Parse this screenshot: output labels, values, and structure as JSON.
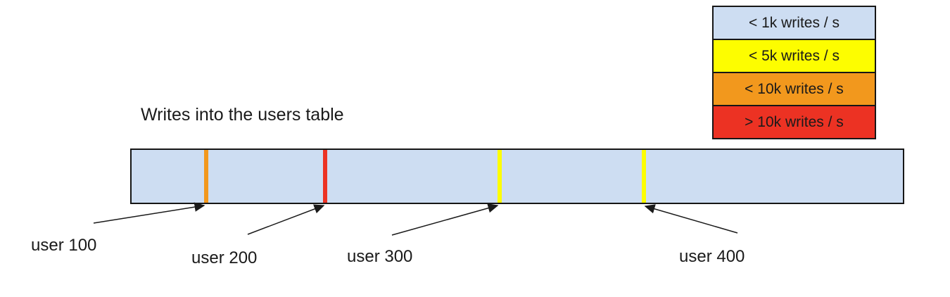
{
  "title": "Writes into the users table",
  "colors": {
    "band_fill": "#cdddf2",
    "blue": "#cdddf2",
    "yellow": "#fdfd00",
    "orange": "#f2981d",
    "red": "#ec3223",
    "line": "#1a1a1a"
  },
  "legend": {
    "items": [
      {
        "label": "< 1k writes / s",
        "color": "#cdddf2",
        "color_name": "blue"
      },
      {
        "label": "< 5k writes / s",
        "color": "#fdfd00",
        "color_name": "yellow"
      },
      {
        "label": "< 10k writes / s",
        "color": "#f2981d",
        "color_name": "orange"
      },
      {
        "label": "> 10k writes / s",
        "color": "#ec3223",
        "color_name": "red"
      }
    ]
  },
  "table_band": {
    "markers": [
      {
        "user": "user 100",
        "color": "#f2981d",
        "color_name": "orange",
        "legend_category": "< 10k writes / s"
      },
      {
        "user": "user 200",
        "color": "#ec3223",
        "color_name": "red",
        "legend_category": "> 10k writes / s"
      },
      {
        "user": "user 300",
        "color": "#fdfd00",
        "color_name": "yellow",
        "legend_category": "< 5k writes / s"
      },
      {
        "user": "user 400",
        "color": "#fdfd00",
        "color_name": "yellow",
        "legend_category": "< 5k writes / s"
      }
    ]
  },
  "labels": [
    {
      "text": "user 100"
    },
    {
      "text": "user 200"
    },
    {
      "text": "user 300"
    },
    {
      "text": "user 400"
    }
  ]
}
